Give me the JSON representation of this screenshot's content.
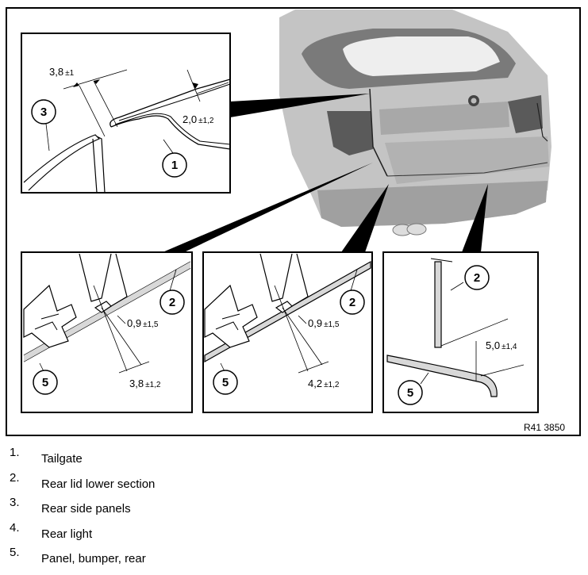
{
  "figure": {
    "reference": "R41 3850",
    "callouts": [
      "1",
      "2",
      "3",
      "5"
    ],
    "dimensions": {
      "top_left_gap": {
        "value": "3,8",
        "tol": "±1"
      },
      "top_right_gap": {
        "value": "2,0",
        "tol": "±1,2"
      },
      "left_panel_flush": {
        "value": "0,9",
        "tol": "±1,5"
      },
      "left_panel_gap": {
        "value": "3,8",
        "tol": "±1,2"
      },
      "middle_panel_flush": {
        "value": "0,9",
        "tol": "±1,5"
      },
      "middle_panel_gap": {
        "value": "4,2",
        "tol": "±1,2"
      },
      "right_panel_gap": {
        "value": "5,0",
        "tol": "±1,4"
      }
    }
  },
  "legend": [
    {
      "num": "1.",
      "text": "Tailgate"
    },
    {
      "num": "2.",
      "text": "Rear lid lower section"
    },
    {
      "num": "3.",
      "text": "Rear side panels"
    },
    {
      "num": "4.",
      "text": "Rear light"
    },
    {
      "num": "5.",
      "text": "Panel, bumper, rear"
    }
  ]
}
